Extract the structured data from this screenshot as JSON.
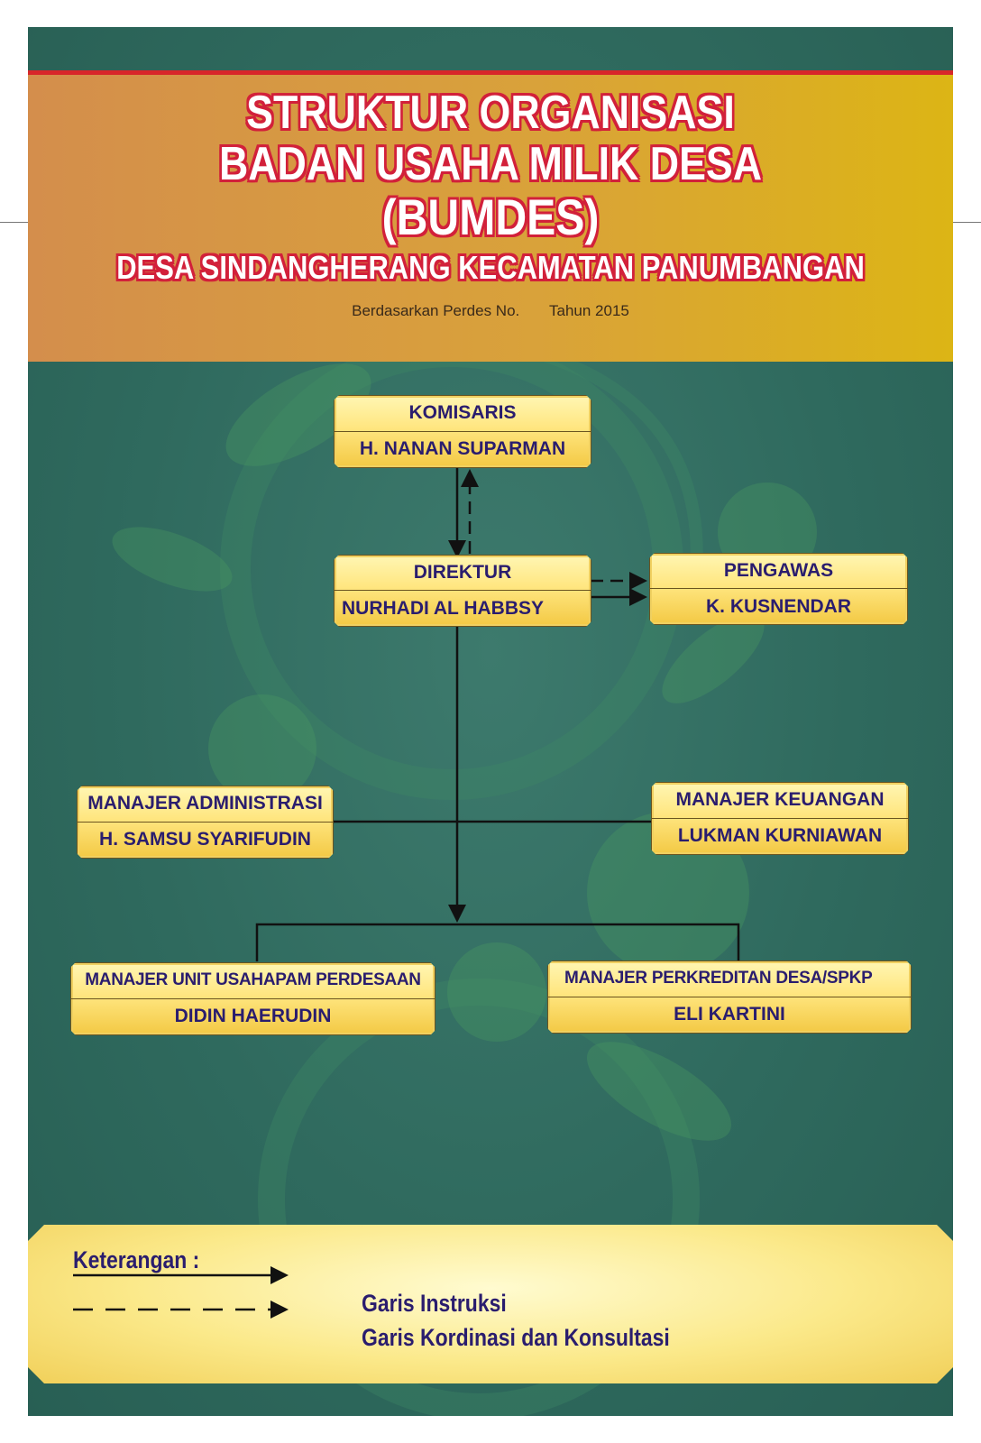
{
  "header": {
    "title_line1": "STRUKTUR ORGANISASI",
    "title_line2": "BADAN USAHA MILIK DESA",
    "title_line3": "(BUMDES)",
    "subtitle": "DESA SINDANGHERANG KECAMATAN PANUMBANGAN",
    "basis_left": "Berdasarkan Perdes No.",
    "basis_right": "Tahun 2015"
  },
  "nodes": {
    "komisaris": {
      "role": "KOMISARIS",
      "name": "H. NANAN SUPARMAN"
    },
    "direktur": {
      "role": "DIREKTUR",
      "name": "NURHADI AL HABBSY"
    },
    "pengawas": {
      "role": "PENGAWAS",
      "name": "K. KUSNENDAR"
    },
    "manajer_administrasi": {
      "role": "MANAJER ADMINISTRASI",
      "name": "H. SAMSU SYARIFUDIN"
    },
    "manajer_keuangan": {
      "role": "MANAJER KEUANGAN",
      "name": "LUKMAN KURNIAWAN"
    },
    "manajer_unit_usaha": {
      "role": "MANAJER UNIT USAHAPAM PERDESAAN",
      "name": "DIDIN HAERUDIN"
    },
    "manajer_perkreditan": {
      "role": "MANAJER PERKREDITAN DESA/SPKP",
      "name": "ELI KARTINI"
    }
  },
  "legend": {
    "title": "Keterangan :",
    "items": [
      {
        "style": "solid",
        "label": "Garis Instruksi"
      },
      {
        "style": "dashed",
        "label": "Garis Kordinasi dan Konsultasi"
      }
    ]
  },
  "colors": {
    "board": "#2f6a5e",
    "box_fill": "#ffe680",
    "box_text": "#2a1d6e",
    "title_outline": "#d2203a",
    "line": "#111111"
  }
}
